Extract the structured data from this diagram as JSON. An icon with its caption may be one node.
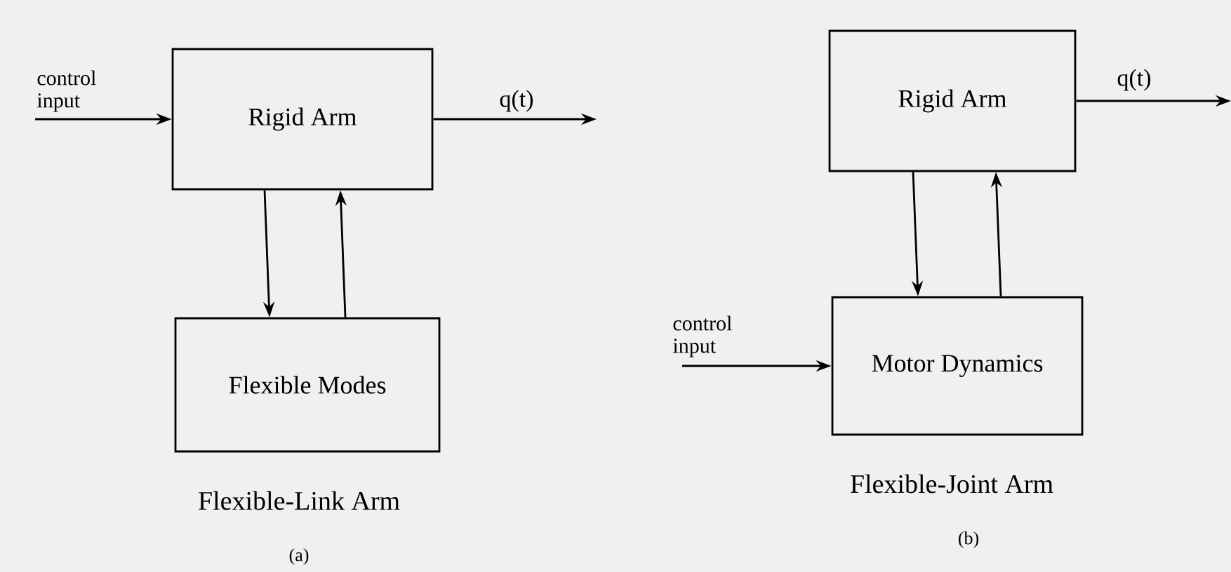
{
  "diagram": {
    "nodes": [
      {
        "text": [
          "Rigid Arm"
        ]
      },
      {
        "text": [
          "Flexible Modes"
        ]
      },
      {
        "text": [
          "Rigid Arm"
        ]
      },
      {
        "text": [
          "Motor Dynamics"
        ]
      }
    ],
    "edges": [
      {
        "from": null,
        "to": 0,
        "arrow": "to",
        "label": "control input"
      },
      {
        "from": 0,
        "to": null,
        "arrow": "to",
        "label": "q(t)"
      },
      {
        "from": 0,
        "to": 1,
        "arrow": "to"
      },
      {
        "from": 1,
        "to": 0,
        "arrow": "to"
      },
      {
        "from": null,
        "to": 3,
        "arrow": "to",
        "label": "control input"
      },
      {
        "from": 2,
        "to": null,
        "arrow": "to",
        "label": "q(t)"
      },
      {
        "from": 2,
        "to": 3,
        "arrow": "to"
      },
      {
        "from": 3,
        "to": 2,
        "arrow": "to"
      }
    ],
    "labels": [
      "Flexible-Link Arm",
      "(a)",
      "Flexible-Joint Arm",
      "(b)"
    ]
  }
}
